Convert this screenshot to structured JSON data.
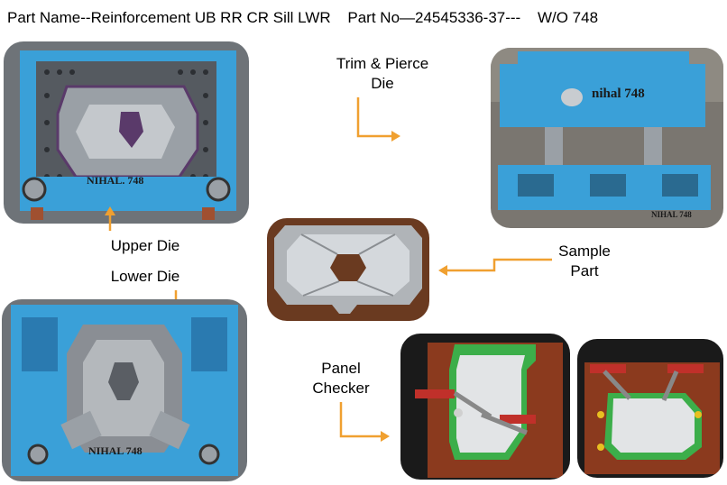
{
  "header": {
    "part_name": "Part Name--Reinforcement  UB RR CR Sill LWR",
    "part_no": "Part No—24545336-37---",
    "wo": "W/O 748"
  },
  "labels": {
    "trim_pierce": "Trim & Pierce",
    "die": "Die",
    "upper_die": "Upper Die",
    "lower_die": "Lower Die",
    "sample": "Sample",
    "part": "Part",
    "panel": "Panel",
    "checker": "Checker"
  },
  "stamps": {
    "upper": "NIHAL. 748",
    "lower": "NIHAL 748",
    "trim": "nihal 748",
    "trim_side": "NIHAL 748"
  },
  "colors": {
    "arrow": "#f0a030",
    "die_blue": "#3aa0d8",
    "steel": "#8a8e94",
    "checker_brown": "#8b3a1e",
    "checker_green": "#3cae4a"
  }
}
